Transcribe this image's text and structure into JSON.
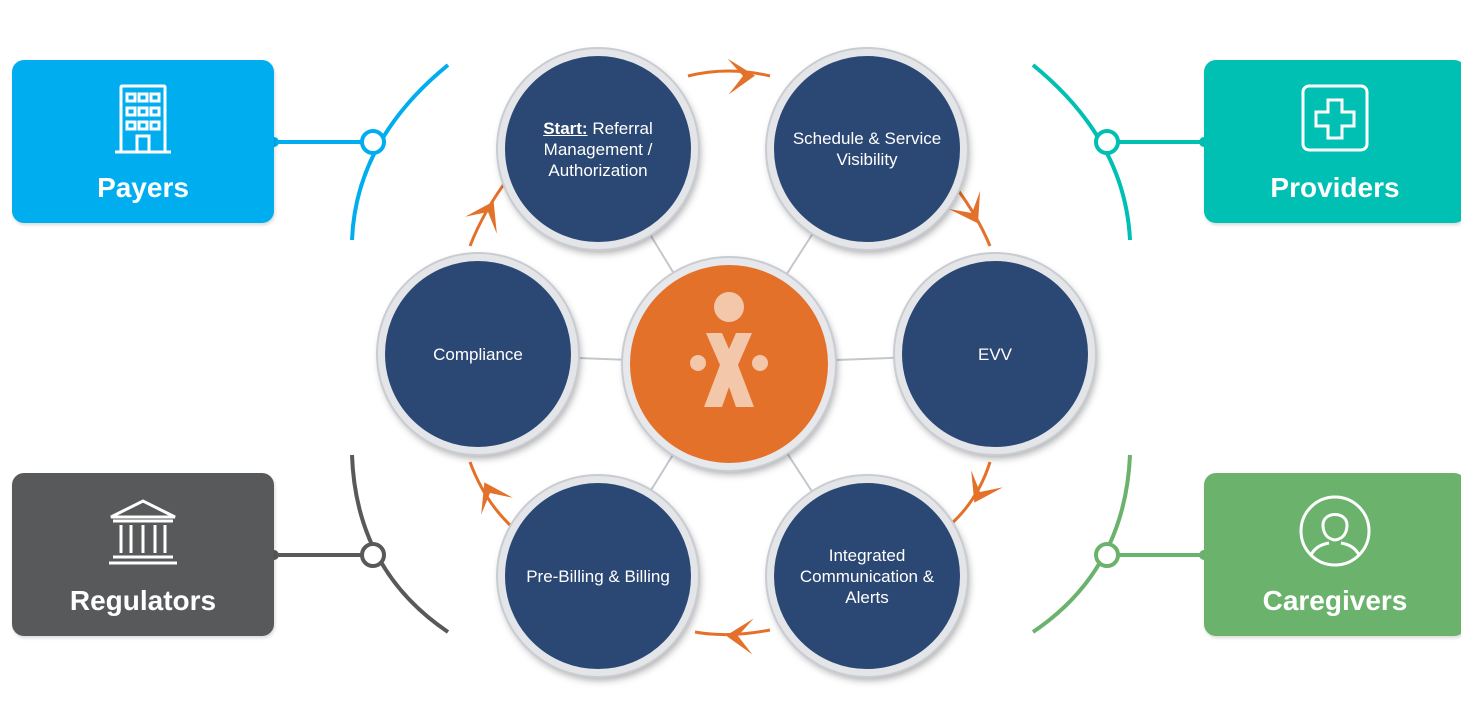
{
  "stakeholders": {
    "payers": {
      "label": "Payers",
      "color": "#00aeef",
      "icon": "building-icon"
    },
    "providers": {
      "label": "Providers",
      "color": "#00bfb3",
      "icon": "medical-cross-icon"
    },
    "regulators": {
      "label": "Regulators",
      "color": "#58595b",
      "icon": "government-building-icon"
    },
    "caregivers": {
      "label": "Caregivers",
      "color": "#6bb36d",
      "icon": "person-icon"
    }
  },
  "center": {
    "icon": "logo-figure-icon",
    "color": "#e4712a"
  },
  "cycle": {
    "node_color": "#2b4773",
    "arrow_color": "#e4712a",
    "steps": {
      "referral": {
        "prefix": "Start:",
        "label": "Referral Management / Authorization"
      },
      "schedule": {
        "label": "Schedule & Service Visibility"
      },
      "evv": {
        "label": "EVV"
      },
      "alerts": {
        "label": "Integrated Communication & Alerts"
      },
      "billing": {
        "label": "Pre-Billing & Billing"
      },
      "compliance": {
        "label": "Compliance"
      }
    }
  }
}
